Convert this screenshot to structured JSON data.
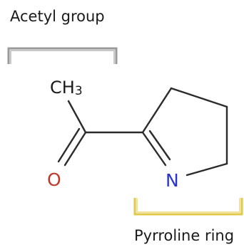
{
  "labels": {
    "acetyl_group": "Acetyl group",
    "pyrroline_ring": "Pyrroline ring"
  },
  "atoms": {
    "methyl_c": "CH",
    "methyl_sub": "3",
    "oxygen": "O",
    "nitrogen": "N"
  },
  "colors": {
    "acetyl_bracket": "#9a9a9a",
    "pyrroline_bracket": "#e2c84a",
    "oxygen": "#c0392b",
    "nitrogen": "#2b35c9",
    "bond": "#2b2b2b",
    "text": "#1a1a1a"
  }
}
